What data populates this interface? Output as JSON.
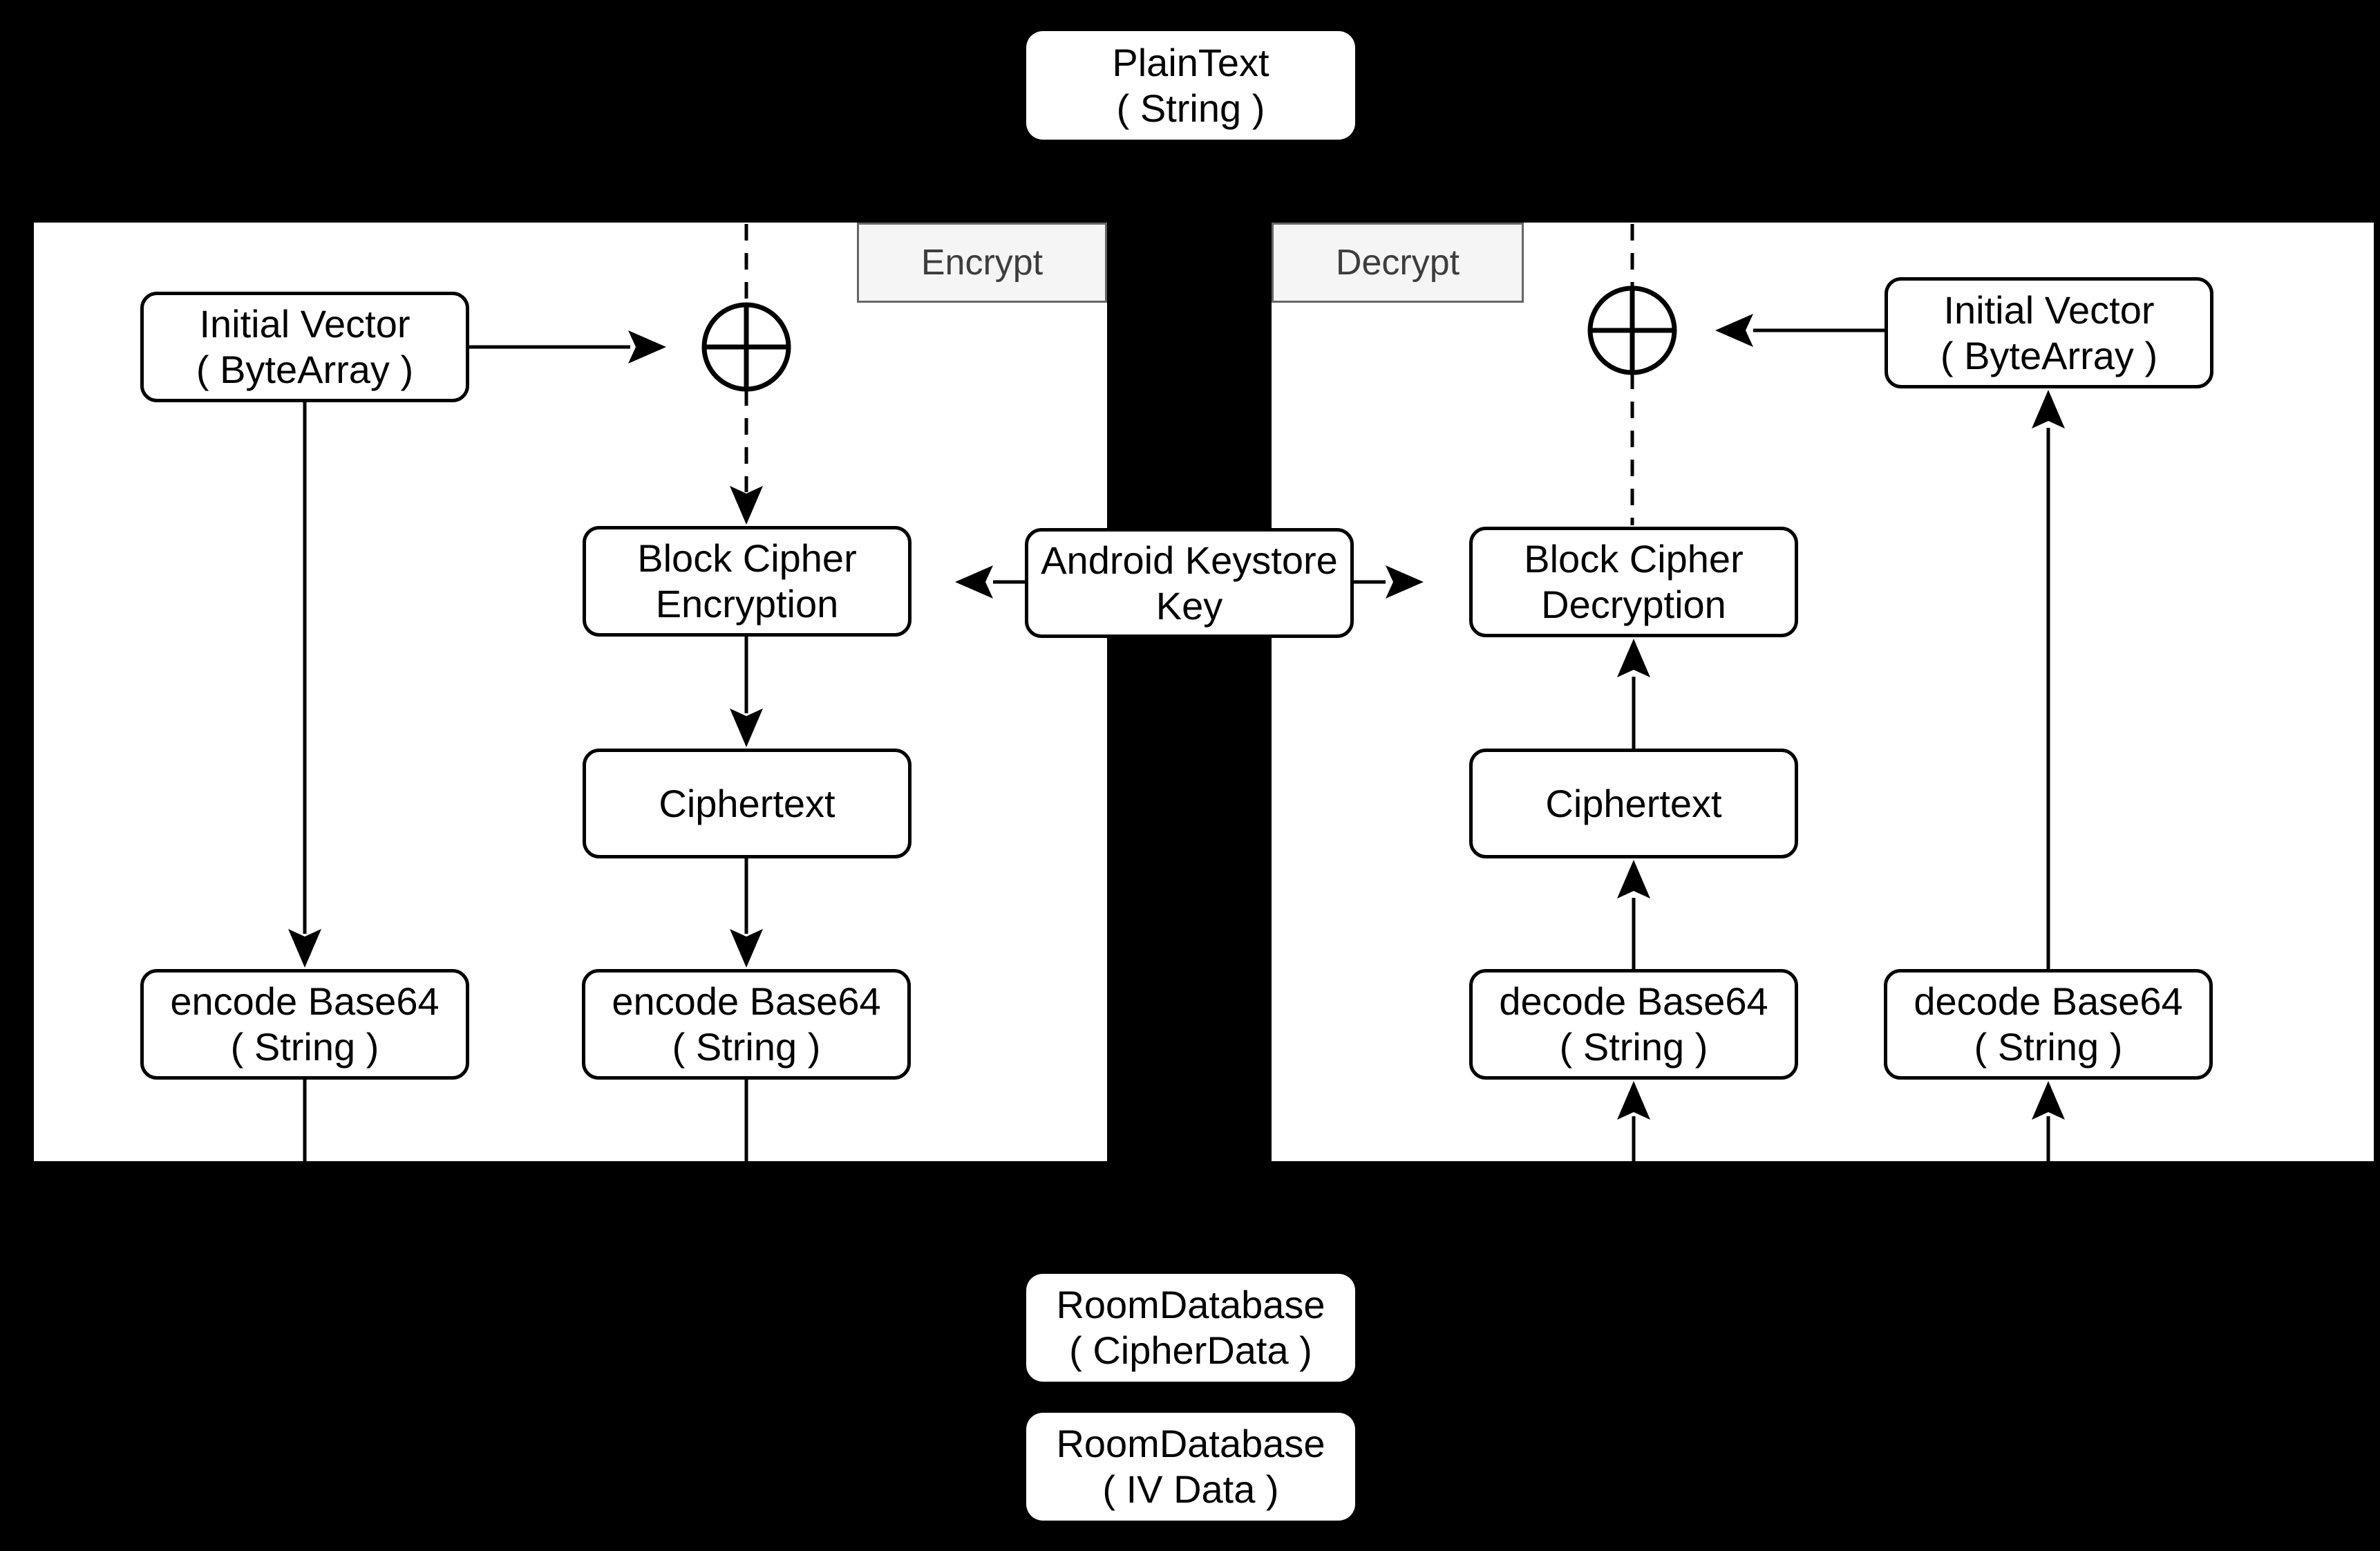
{
  "diagram": {
    "title_node": {
      "line1": "PlainText",
      "line2": "( String )"
    },
    "tabs": {
      "encrypt": "Encrypt",
      "decrypt": "Decrypt"
    },
    "encrypt_panel": {
      "iv": {
        "line1": "Initial Vector",
        "line2": "( ByteArray )"
      },
      "block_cipher": {
        "line1": "Block Cipher",
        "line2": "Encryption"
      },
      "ciphertext": "Ciphertext",
      "encode_iv": {
        "line1": "encode Base64",
        "line2": "( String )"
      },
      "encode_cipher": {
        "line1": "encode Base64",
        "line2": "( String )"
      }
    },
    "keystore": {
      "line1": "Android Keystore",
      "line2": "Key"
    },
    "decrypt_panel": {
      "iv": {
        "line1": "Initial Vector",
        "line2": "( ByteArray )"
      },
      "block_cipher": {
        "line1": "Block Cipher",
        "line2": "Decryption"
      },
      "ciphertext": "Ciphertext",
      "decode_cipher": {
        "line1": "decode Base64",
        "line2": "( String )"
      },
      "decode_iv": {
        "line1": "decode Base64",
        "line2": "( String )"
      }
    },
    "databases": {
      "cipher": {
        "line1": "RoomDatabase",
        "line2": "( CipherData )"
      },
      "iv": {
        "line1": "RoomDatabase",
        "line2": "( IV Data )"
      }
    },
    "icons": {
      "xor": "xor-circle-plus"
    },
    "colors": {
      "background": "#000000",
      "panel": "#ffffff",
      "node_fill": "#ffffff",
      "node_border": "#000000",
      "tab_fill": "#f5f5f5",
      "tab_border": "#666666",
      "tab_text": "#3d3d3d"
    }
  }
}
